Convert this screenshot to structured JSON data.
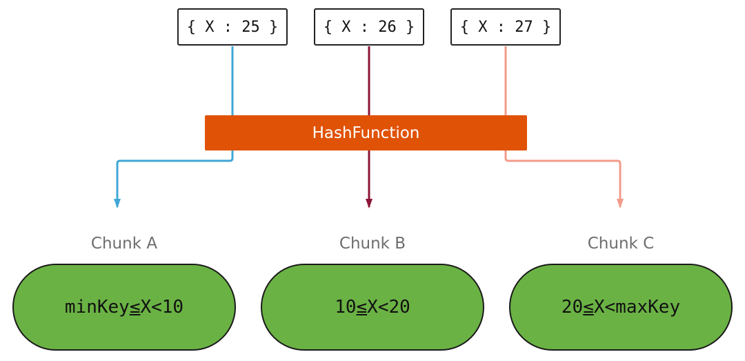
{
  "documents": [
    {
      "text": "{ X : 25 }",
      "color": "#41a7d6"
    },
    {
      "text": "{ X : 26 }",
      "color": "#8c1535"
    },
    {
      "text": "{ X : 27 }",
      "color": "#f39b8a"
    }
  ],
  "hash_function": {
    "label": "HashFunction",
    "color": "#e05206"
  },
  "chunks": [
    {
      "name": "Chunk A",
      "lower": "minKey",
      "le_symbol": "≤",
      "middle": "X",
      "lt_symbol": "<",
      "upper": "10"
    },
    {
      "name": "Chunk B",
      "lower": "10",
      "le_symbol": "≤",
      "middle": "X",
      "lt_symbol": "<",
      "upper": "20"
    },
    {
      "name": "Chunk C",
      "lower": "20",
      "le_symbol": "≤",
      "middle": "X",
      "lt_symbol": "<",
      "upper": "maxKey"
    }
  ],
  "chunk_fill_color": "#6ab244"
}
